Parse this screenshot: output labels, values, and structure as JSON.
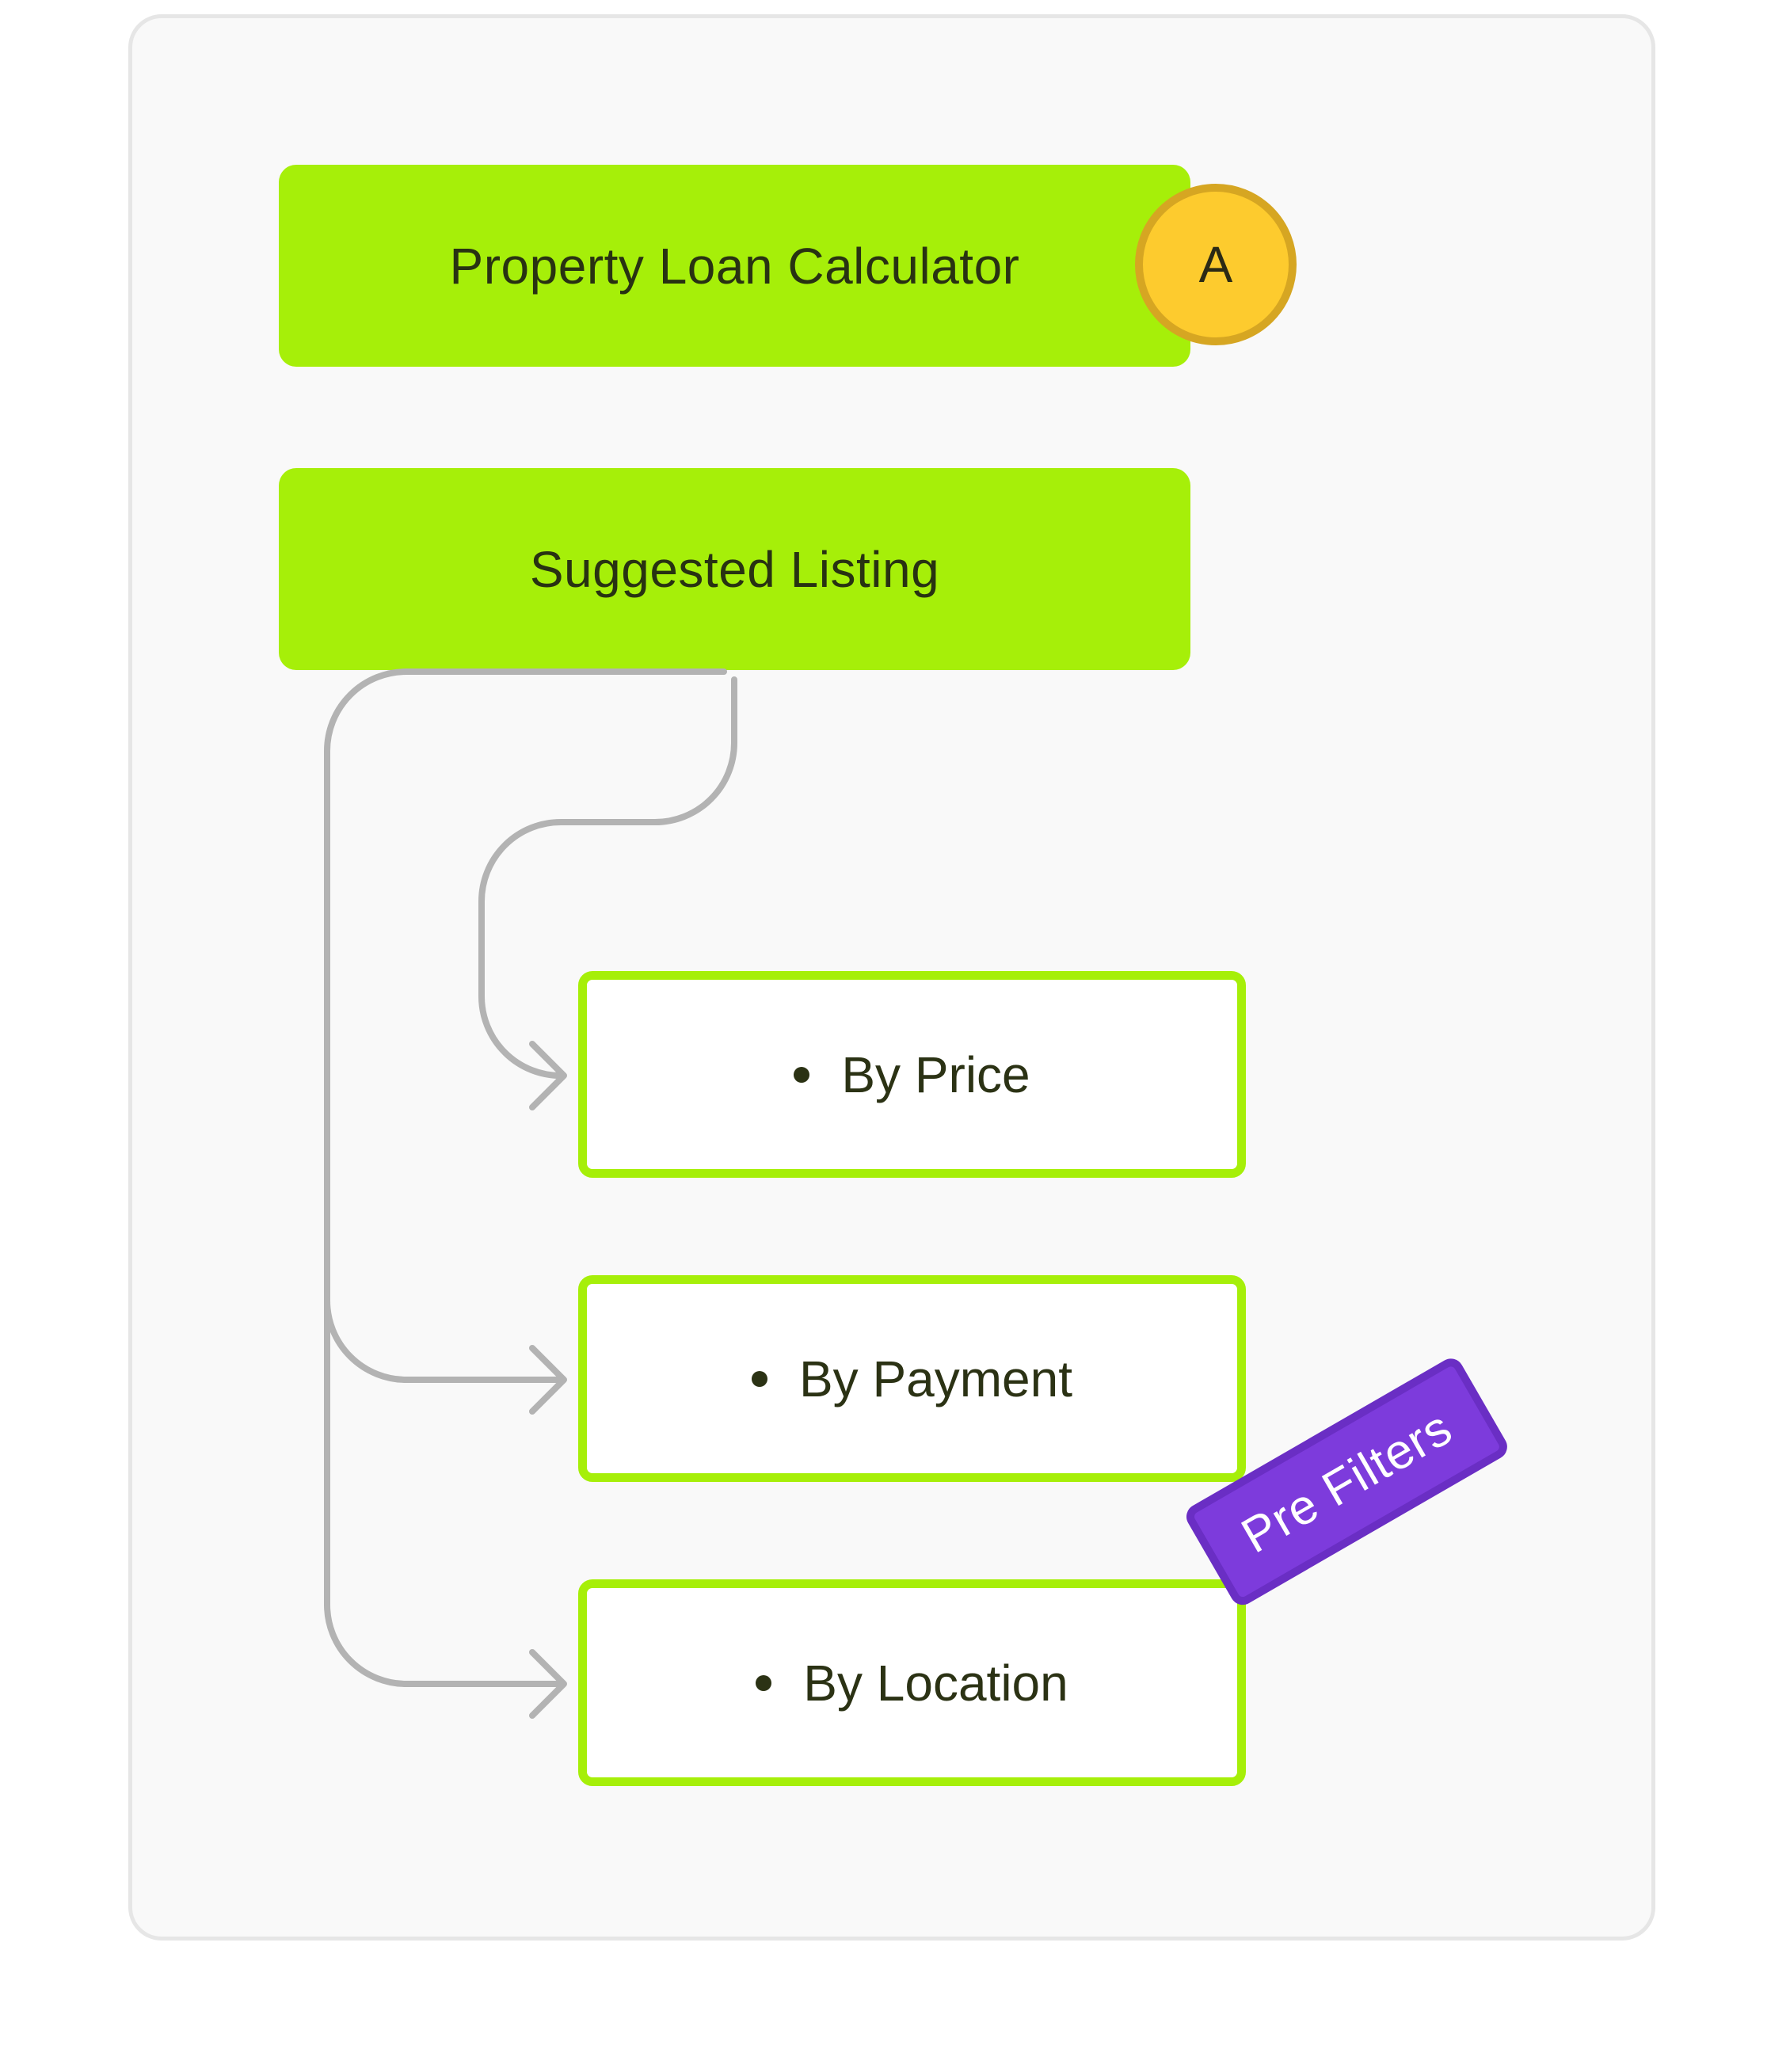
{
  "diagram": {
    "nodes": {
      "calculator": {
        "label": "Property Loan Calculator",
        "badge": "A"
      },
      "listing": {
        "label": "Suggested Listing"
      },
      "options": [
        {
          "label": "By Price"
        },
        {
          "label": "By Payment"
        },
        {
          "label": "By Location"
        }
      ]
    },
    "tag": {
      "label": "Pre Filters"
    },
    "colors": {
      "block_fill": "#a6ef09",
      "badge_fill": "#fdcb2e",
      "tag_fill": "#7d3bdc",
      "connector": "#b3b3b3"
    }
  }
}
